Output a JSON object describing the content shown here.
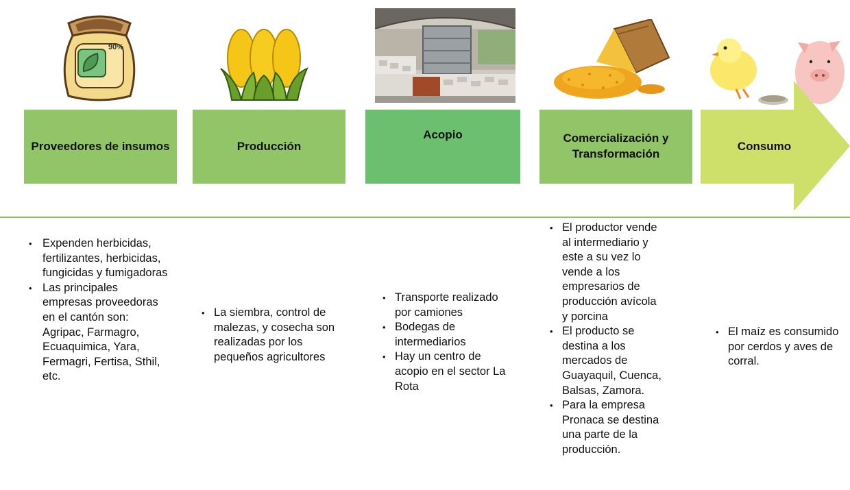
{
  "stages": [
    {
      "label": "Proveedores de insumos",
      "icon": "fertilizer-sack-icon",
      "color": "#92c468"
    },
    {
      "label": "Producción",
      "icon": "corn-cobs-icon",
      "color": "#92c468"
    },
    {
      "label": "Acopio",
      "icon": "warehouse-photo",
      "color": "#6cbf6e"
    },
    {
      "label": "Comercialización y Transformación",
      "icon": "grain-sack-icon",
      "color": "#92c468"
    },
    {
      "label": "Consumo",
      "icon": "chick-pig-icon",
      "color": "#cfe06a"
    }
  ],
  "image_text": {
    "sack_percent": "90%"
  },
  "descriptions": [
    {
      "items": [
        "Expenden herbicidas, fertilizantes, herbicidas, fungicidas y fumigadoras",
        "Las principales empresas proveedoras en el cantón son: Agripac, Farmagro, Ecuaquimica, Yara, Fermagri, Fertisa, Sthil, etc."
      ]
    },
    {
      "items": [
        "La siembra, control de malezas, y cosecha son realizadas por los pequeños agricultores"
      ]
    },
    {
      "items": [
        "Transporte realizado por camiones",
        "Bodegas de intermediarios",
        "Hay un centro de acopio en el sector La Rota"
      ]
    },
    {
      "items": [
        "El productor vende al intermediario y este a su vez lo vende a los empresarios de producción avícola y porcina",
        "El producto se destina a los mercados de Guayaquil, Cuenca, Balsas, Zamora.",
        "Para la empresa Pronaca se destina una parte de la producción."
      ]
    },
    {
      "items": [
        "El maíz es consumido por cerdos y aves de corral."
      ]
    }
  ]
}
